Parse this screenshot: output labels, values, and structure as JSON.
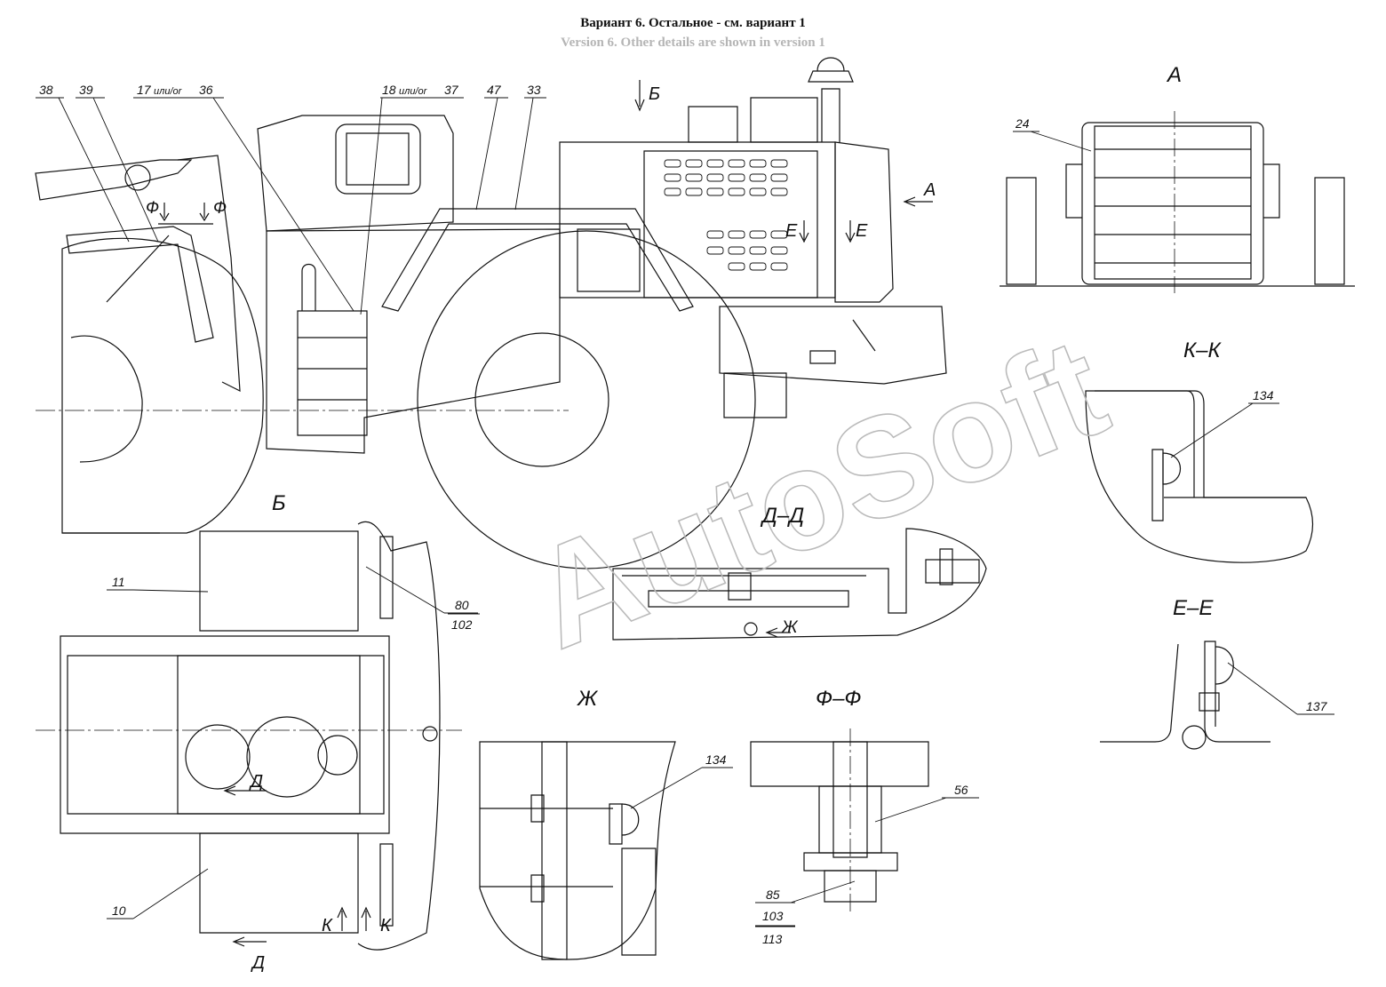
{
  "header": {
    "title_ru": "Вариант 6. Остальное - см. вариант 1",
    "title_en": "Version 6. Other details are shown in version 1"
  },
  "watermark": "AutoSoft",
  "views": {
    "A": "А",
    "B": "Б",
    "KK": "К–К",
    "EE": "Е–Е",
    "DD": "Д–Д",
    "ZH": "Ж",
    "FF": "Ф–Ф"
  },
  "section_marks": {
    "F": "Ф",
    "B": "Б",
    "A": "А",
    "E": "Е",
    "D": "Д",
    "K": "К",
    "ZH": "Ж"
  },
  "callouts": {
    "p38": "38",
    "p39": "39",
    "p17": "17",
    "p36": "36",
    "p18": "18",
    "p37": "37",
    "or": "или/or",
    "p47": "47",
    "p33": "33",
    "p24": "24",
    "p134a": "134",
    "p137": "137",
    "p11": "11",
    "p80": "80",
    "p102": "102",
    "p10": "10",
    "p134b": "134",
    "p56": "56",
    "p85": "85",
    "p103": "103",
    "p113": "113"
  },
  "colors": {
    "ink": "#111111",
    "watermark": "#bbbbbb",
    "subtitle": "#b5b5b5"
  }
}
